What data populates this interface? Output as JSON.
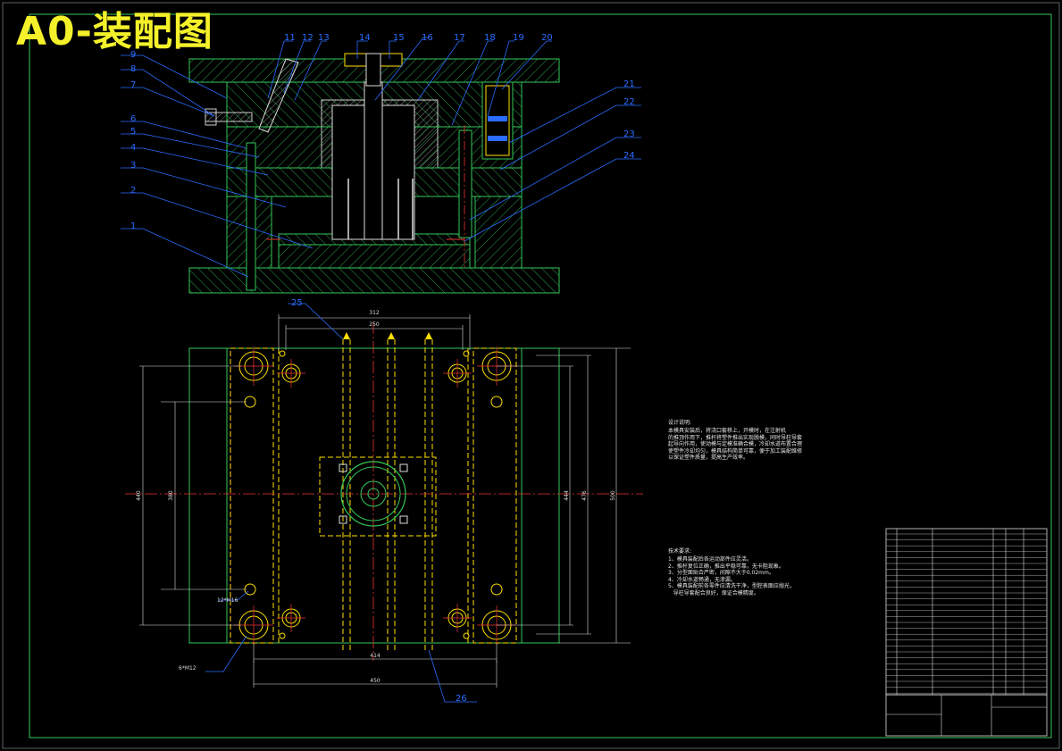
{
  "drawing": {
    "title": "A0-装配图"
  },
  "callouts_top": [
    "11",
    "12",
    "13",
    "14",
    "15",
    "16",
    "17",
    "18",
    "19",
    "20"
  ],
  "callouts_left": [
    "9",
    "8",
    "7",
    "6",
    "5",
    "4",
    "3",
    "2",
    "1"
  ],
  "callouts_right": [
    "21",
    "22",
    "23",
    "24"
  ],
  "callouts_plan": [
    "25",
    "26"
  ],
  "dimensions": {
    "d312": "312",
    "d250": "250",
    "d440": "440",
    "d380": "380",
    "d414": "414",
    "d450": "450",
    "d444": "444",
    "d476": "476",
    "d500": "500",
    "hole1": "12*M16",
    "hole2": "6*M12"
  },
  "notes": {
    "design_heading": "设计说明:",
    "design_text": "本模具安装后，将浇口套移上，开模时，在注射机\n的推顶作用下，推杆将塑件推出实现脱模，同时导柱导套\n起导向作用，使动模与定模准确合模，冷却水道布置合理\n使塑件冷却均匀，模具结构简单可靠，便于加工装配维修\n以保证塑件质量，提高生产效率。",
    "tech_heading": "技术要求:",
    "tech_text": "1、模具装配后各运动部件应灵活。\n2、推杆复位正确，推出平稳可靠，无卡阻现象。\n3、分型面贴合严密，间隙不大于0.02mm。\n4、冷却水道畅通，无渗漏。\n5、模具装配前各零件应清洗干净，型腔表面应抛光，\n   导柱导套配合良好，保证合模精度。"
  }
}
